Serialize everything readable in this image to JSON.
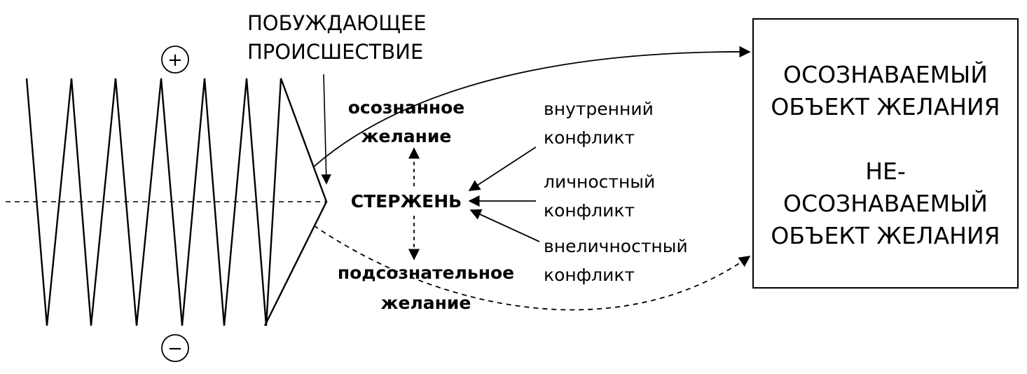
{
  "incident": {
    "line1": "ПОБУЖДАЮЩЕЕ",
    "line2": "ПРОИСШЕСТВИЕ"
  },
  "signs": {
    "plus": "+",
    "minus": "−"
  },
  "desires": {
    "conscious_line1": "осознанное",
    "conscious_line2": "желание",
    "spine": "СТЕРЖЕНЬ",
    "subconscious_line1": "подсознательное",
    "subconscious_line2": "желание"
  },
  "conflicts": {
    "inner_line1": "внутренний",
    "inner_line2": "конфликт",
    "personal_line1": "личностный",
    "personal_line2": "конфликт",
    "extra_line1": "внеличностный",
    "extra_line2": "конфликт"
  },
  "objects": {
    "conscious_line1": "ОСОЗНАВАЕМЫЙ",
    "conscious_line2": "ОБЪЕКТ ЖЕЛАНИЯ",
    "unconscious_line1": "НЕ-",
    "unconscious_line2": "ОСОЗНАВАЕМЫЙ",
    "unconscious_line3": "ОБЪЕКТ ЖЕЛАНИЯ"
  }
}
